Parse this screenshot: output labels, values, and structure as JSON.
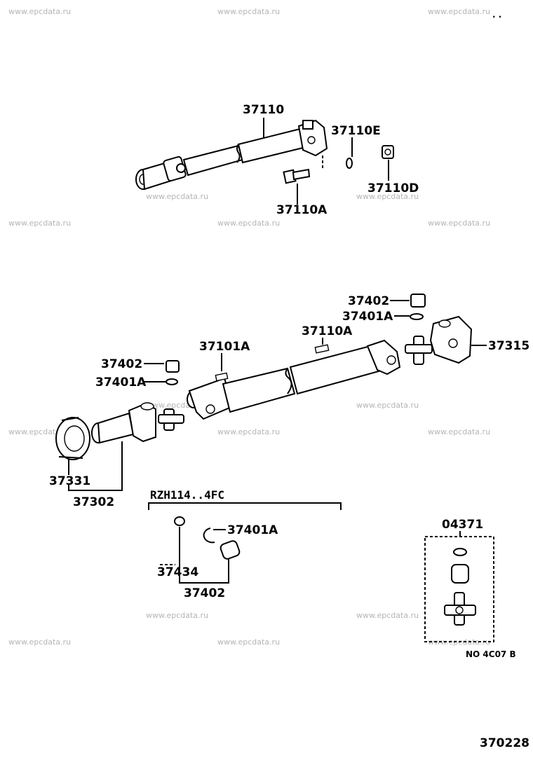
{
  "watermark": "www.epcdata.ru",
  "corner_mark": "· ·",
  "diagram_number": "370228",
  "variant_label": "RZH114..4FC",
  "kit_code": "04371",
  "kit_ref_partial": "NO  4C07 B",
  "upper_assembly": {
    "shaft": "37110",
    "washer": "37110E",
    "bolt": "37110A",
    "nut": "37110D"
  },
  "lower_assembly": {
    "bearing_upper": "37402",
    "snap_ring_upper": "37401A",
    "label_mid": "37110A",
    "label_left": "37101A",
    "flange_yoke": "37315",
    "bearing_left": "37402",
    "snap_ring_left": "37401A",
    "center_bearing": "37331",
    "sleeve_yoke_assy": "37302"
  },
  "variant_parts": {
    "snap_ring": "37401A",
    "grease_fitting": "37434",
    "bearing": "37402"
  }
}
